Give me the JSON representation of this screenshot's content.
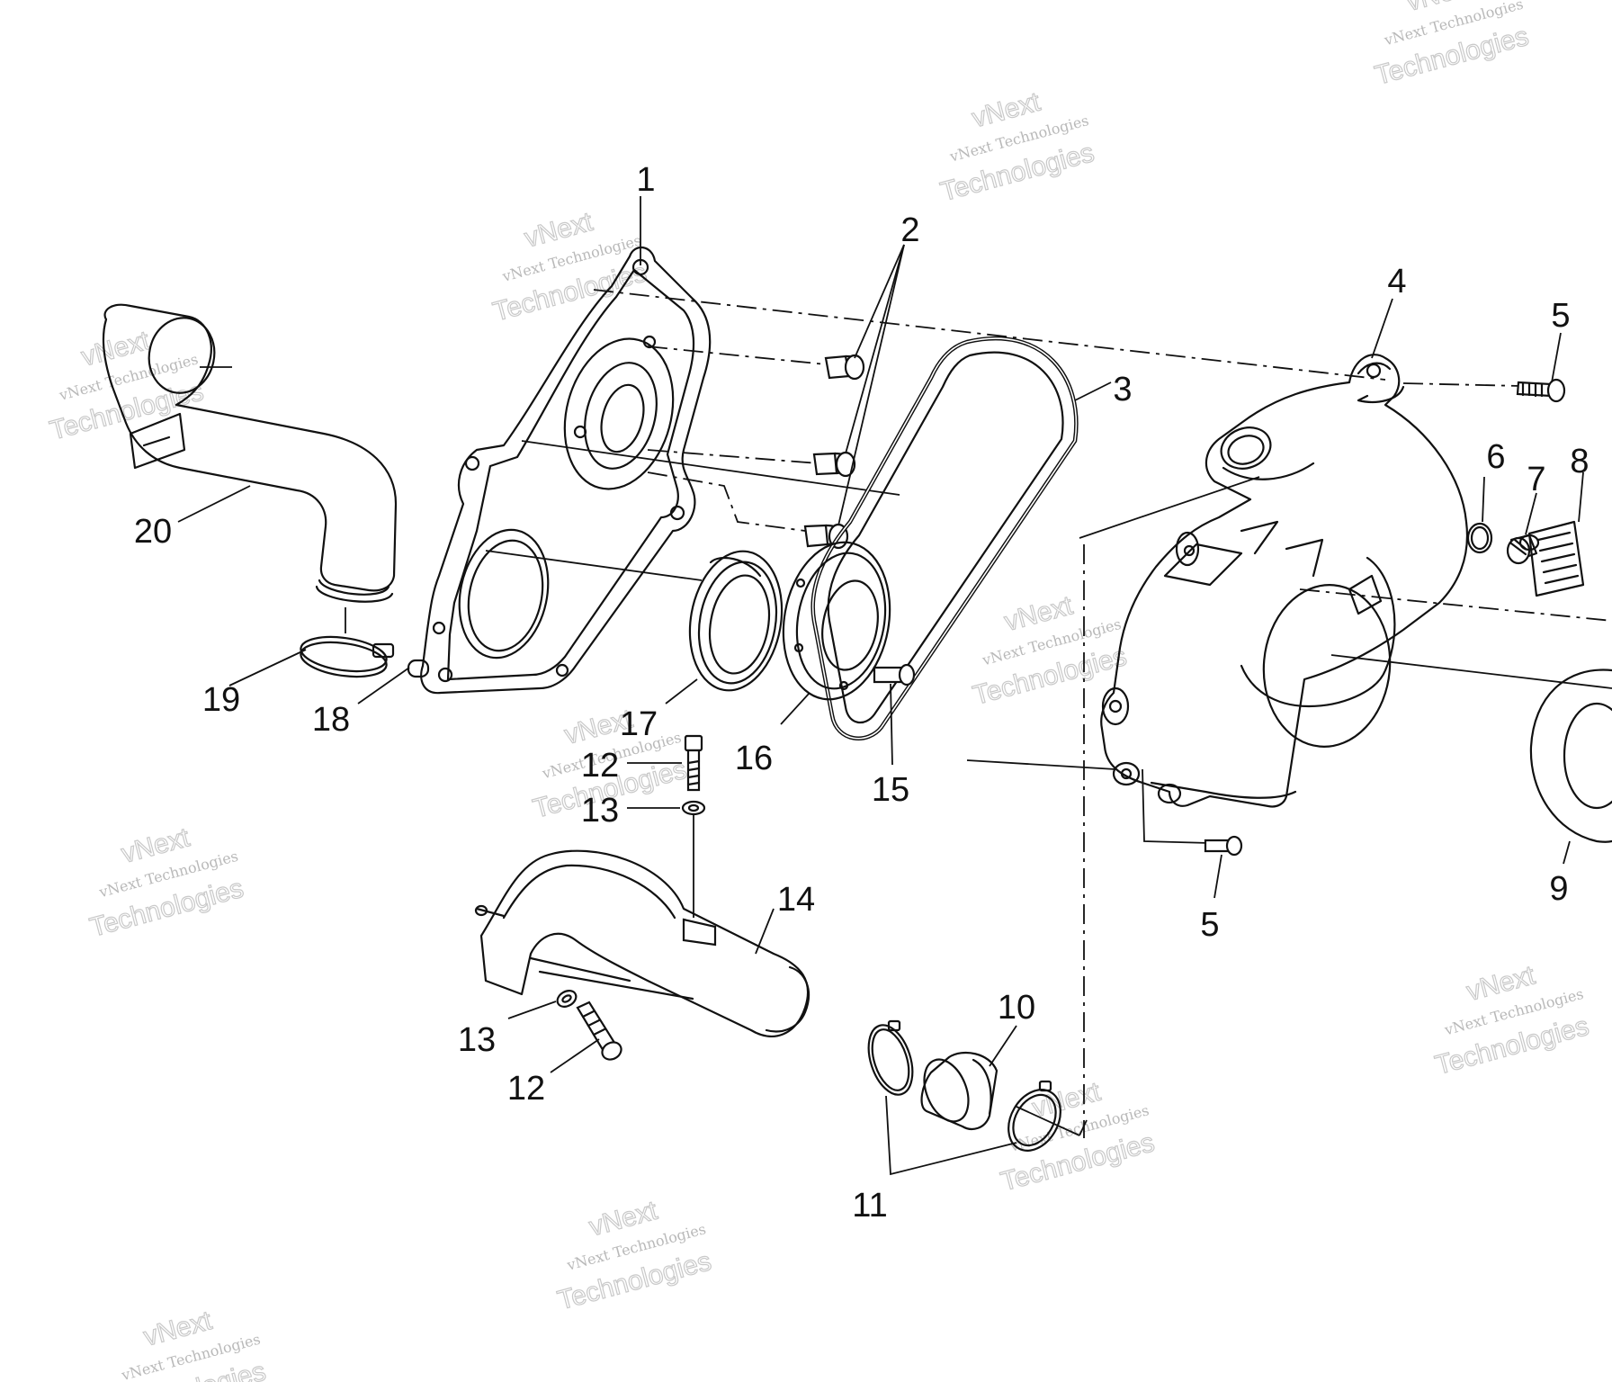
{
  "diagram": {
    "watermark": {
      "line1": "vNext",
      "line2": "vNext Technologies",
      "line3": "Technologies"
    },
    "callouts": [
      {
        "id": "c1",
        "label": "1"
      },
      {
        "id": "c2",
        "label": "2"
      },
      {
        "id": "c3",
        "label": "3"
      },
      {
        "id": "c4",
        "label": "4"
      },
      {
        "id": "c5a",
        "label": "5"
      },
      {
        "id": "c5b",
        "label": "5"
      },
      {
        "id": "c6",
        "label": "6"
      },
      {
        "id": "c7",
        "label": "7"
      },
      {
        "id": "c8",
        "label": "8"
      },
      {
        "id": "c9",
        "label": "9"
      },
      {
        "id": "c10",
        "label": "10"
      },
      {
        "id": "c11",
        "label": "11"
      },
      {
        "id": "c12a",
        "label": "12"
      },
      {
        "id": "c12b",
        "label": "12"
      },
      {
        "id": "c13a",
        "label": "13"
      },
      {
        "id": "c13b",
        "label": "13"
      },
      {
        "id": "c14",
        "label": "14"
      },
      {
        "id": "c15",
        "label": "15"
      },
      {
        "id": "c16",
        "label": "16"
      },
      {
        "id": "c17",
        "label": "17"
      },
      {
        "id": "c18",
        "label": "18"
      },
      {
        "id": "c19",
        "label": "19"
      },
      {
        "id": "c20",
        "label": "20"
      }
    ]
  }
}
